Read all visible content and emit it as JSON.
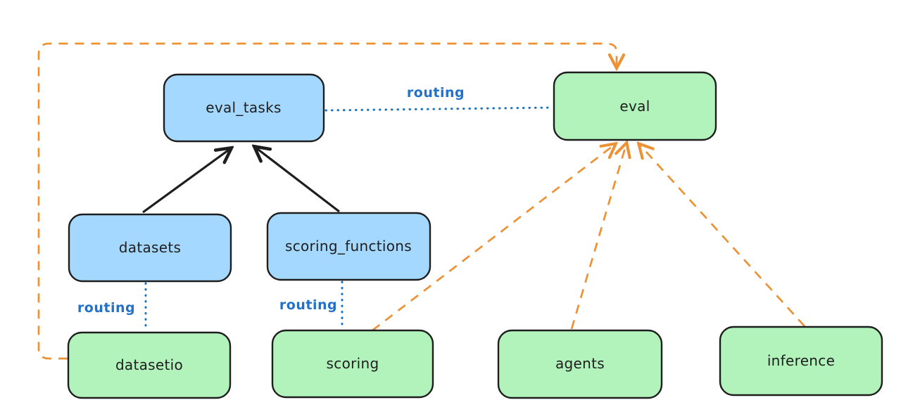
{
  "diagram": {
    "kind": "architecture-diagram",
    "palette": {
      "blue_fill": "#a5d8ff",
      "green_fill": "#b2f2bb",
      "node_stroke": "#1e1e1e",
      "routing_blue": "#1971c2",
      "orange": "#ec9235",
      "black_arrow": "#1e1e1e",
      "background": "#ffffff"
    },
    "nodes": [
      {
        "id": "eval_tasks",
        "label": "eval_tasks",
        "color": "blue"
      },
      {
        "id": "eval",
        "label": "eval",
        "color": "green"
      },
      {
        "id": "datasets",
        "label": "datasets",
        "color": "blue"
      },
      {
        "id": "scoring_functions",
        "label": "scoring_functions",
        "color": "blue"
      },
      {
        "id": "datasetio",
        "label": "datasetio",
        "color": "green"
      },
      {
        "id": "scoring",
        "label": "scoring",
        "color": "green"
      },
      {
        "id": "agents",
        "label": "agents",
        "color": "green"
      },
      {
        "id": "inference",
        "label": "inference",
        "color": "green"
      }
    ],
    "edges": [
      {
        "from": "datasets",
        "to": "eval_tasks",
        "style": "solid-black-arrow",
        "label": ""
      },
      {
        "from": "scoring_functions",
        "to": "eval_tasks",
        "style": "solid-black-arrow",
        "label": ""
      },
      {
        "from": "eval_tasks",
        "to": "eval",
        "style": "dotted-blue",
        "label": "routing"
      },
      {
        "from": "datasets",
        "to": "datasetio",
        "style": "dotted-blue",
        "label": "routing"
      },
      {
        "from": "scoring_functions",
        "to": "scoring",
        "style": "dotted-blue",
        "label": "routing"
      },
      {
        "from": "datasetio",
        "to": "eval",
        "style": "dashed-orange-arrow",
        "label": ""
      },
      {
        "from": "scoring",
        "to": "eval",
        "style": "dashed-orange-arrow",
        "label": ""
      },
      {
        "from": "agents",
        "to": "eval",
        "style": "dashed-orange-arrow",
        "label": ""
      },
      {
        "from": "inference",
        "to": "eval",
        "style": "dashed-orange-arrow",
        "label": ""
      }
    ]
  }
}
